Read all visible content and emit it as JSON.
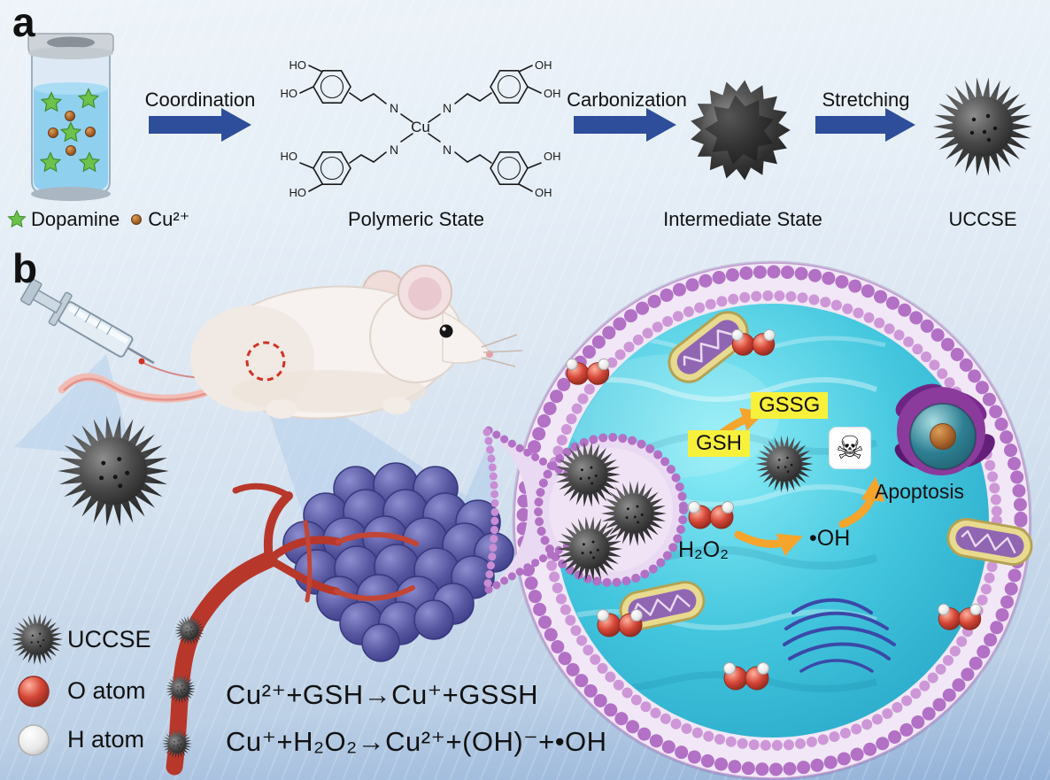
{
  "figure": {
    "panel_a": {
      "label": "a",
      "process_arrows": [
        {
          "label": "Coordination"
        },
        {
          "label": "Carbonization"
        },
        {
          "label": "Stretching"
        }
      ],
      "stage_labels": {
        "polymeric": "Polymeric State",
        "intermediate": "Intermediate State",
        "product": "UCCSE"
      },
      "legend": {
        "dopamine": "Dopamine",
        "copper": "Cu²⁺"
      },
      "structure": {
        "metal": "Cu",
        "ligand_atom": "N",
        "hydroxyl_left": "HO",
        "hydroxyl_right": "OH"
      }
    },
    "panel_b": {
      "label": "b",
      "cell_labels": {
        "gsh": "GSH",
        "gssg": "GSSG",
        "h2o2": "H₂O₂",
        "hydroxyl_radical": "•OH",
        "apoptosis": "Apoptosis",
        "skull_icon": "☠"
      },
      "legend": [
        {
          "label": "UCCSE"
        },
        {
          "label": "O atom"
        },
        {
          "label": "H atom"
        }
      ],
      "equations": [
        {
          "text": "Cu²⁺+GSH→Cu⁺+GSSH"
        },
        {
          "text": "Cu⁺+H₂O₂→Cu²⁺+(OH)⁻+•OH"
        }
      ]
    },
    "colors": {
      "process_arrow_blue": "#2e4d9b",
      "highlight_yellow": "#f8f13c",
      "reaction_arrow_orange": "#f5a42c",
      "cell_cytoplasm_cyan": "#35bfda",
      "cell_membrane_purple": "#b271c5",
      "tumor_purple": "#4a4aa0",
      "vessel_red": "#b8372b",
      "particle_gray": "#3c3c3c"
    }
  }
}
